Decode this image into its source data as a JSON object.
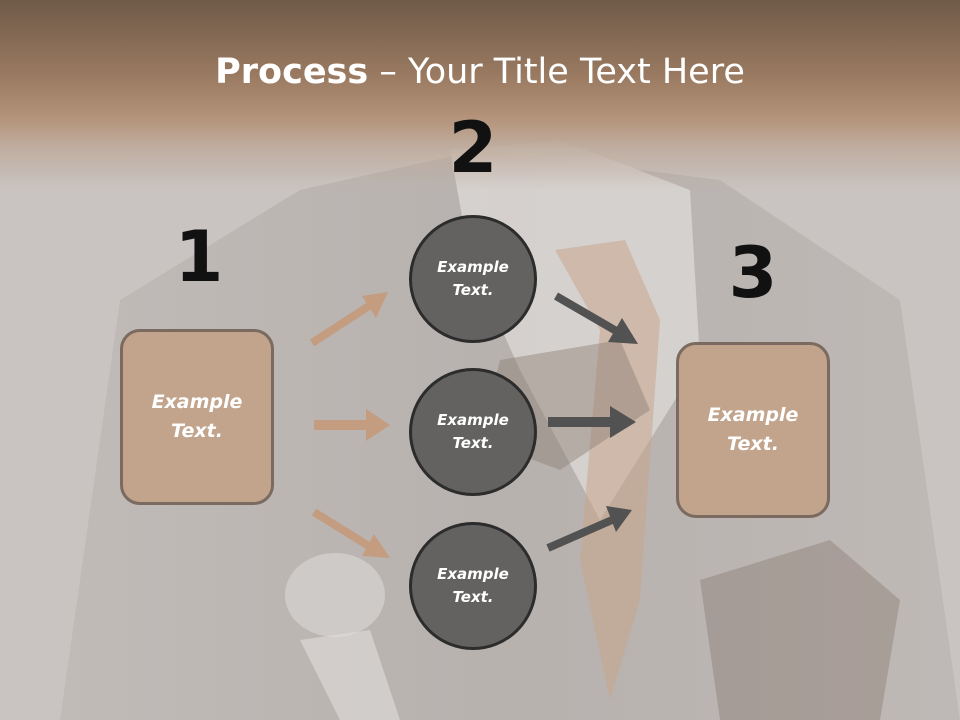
{
  "slide": {
    "title_bold": "Process",
    "title_rest": " – Your Title Text Here"
  },
  "steps": {
    "left": {
      "number": "1",
      "text": "Example\nText."
    },
    "middle": {
      "number": "2",
      "items": [
        {
          "text": "Example\nText."
        },
        {
          "text": "Example\nText."
        },
        {
          "text": "Example\nText."
        }
      ]
    },
    "right": {
      "number": "3",
      "text": "Example\nText."
    }
  },
  "colors": {
    "accent_tan": "#c2a48d",
    "arrow_tan": "#c49c80",
    "arrow_dark": "#525252",
    "circle_fill": "#636260"
  }
}
